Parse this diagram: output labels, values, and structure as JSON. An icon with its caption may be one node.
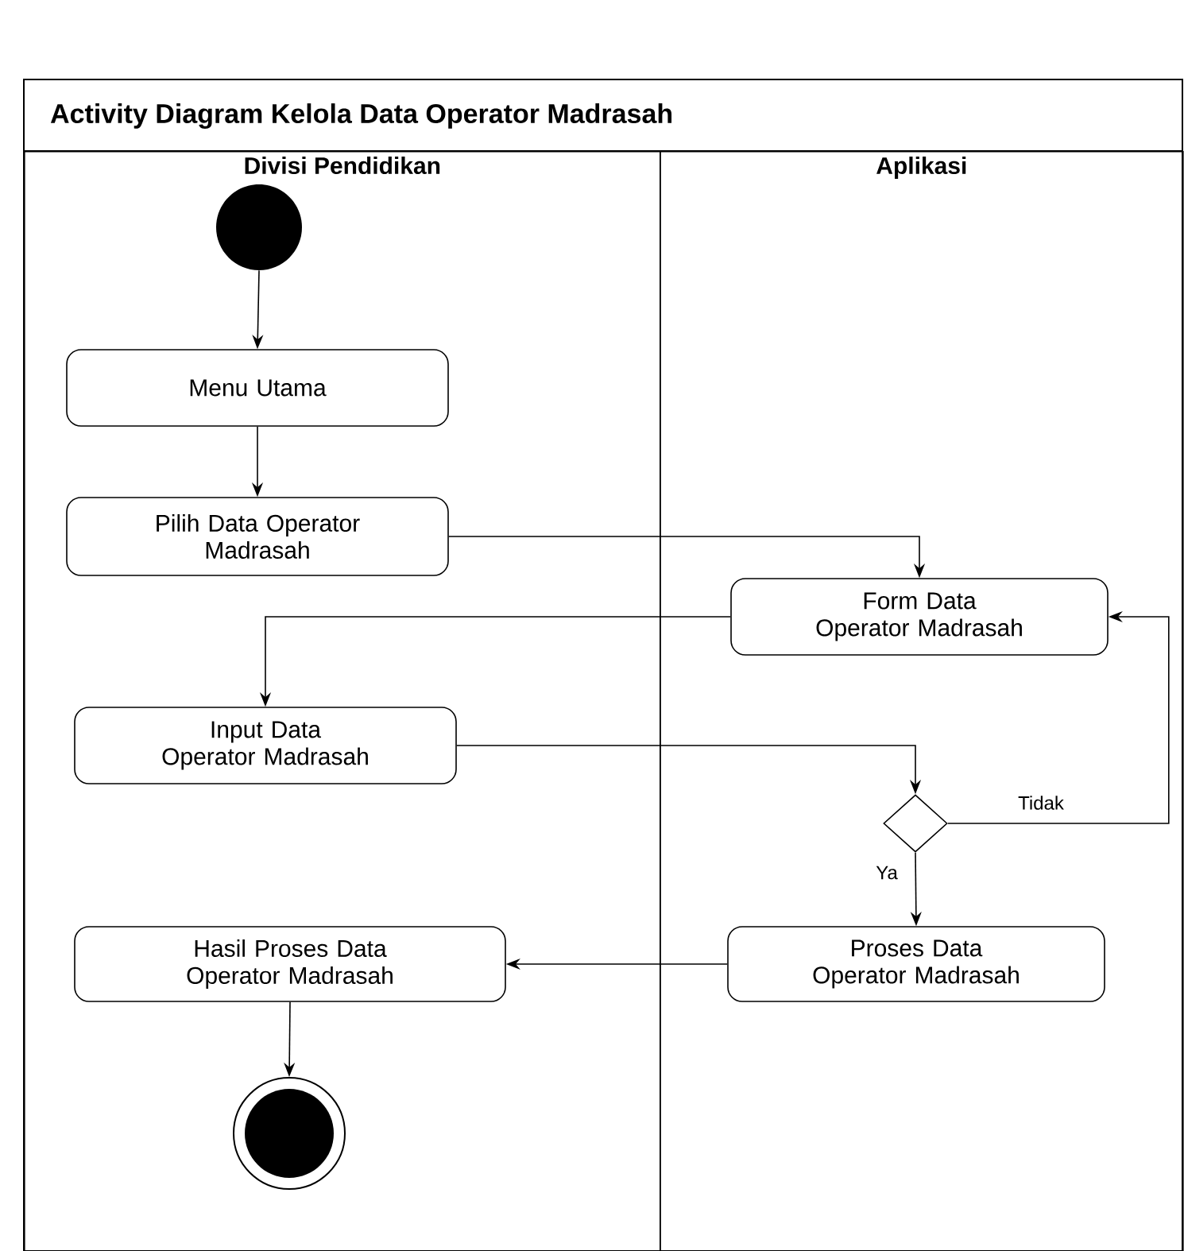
{
  "diagram": {
    "title": "Activity Diagram Kelola Data Operator Madrasah",
    "nodes": [
      {
        "text": [
          "Divisi Pendidikan"
        ]
      },
      {
        "text": [
          "Aplikasi"
        ]
      },
      {
        "text": [],
        "shape": "circle",
        "in": 0
      },
      {
        "text": [
          "Menu Utama"
        ],
        "in": 0
      },
      {
        "text": [
          "Pilih Data Operator Madrasah"
        ],
        "in": 0
      },
      {
        "text": [
          "Form Data Operator Madrasah"
        ],
        "in": 1
      },
      {
        "text": [
          "Input Data Operator Madrasah"
        ],
        "in": 0
      },
      {
        "text": [],
        "shape": "diamond",
        "in": 1
      },
      {
        "text": [
          "Proses Data Operator Madrasah"
        ],
        "in": 1
      },
      {
        "text": [
          "Hasil Proses Data Operator Madrasah"
        ],
        "in": 0
      },
      {
        "text": [],
        "shape": "circle",
        "in": 0
      }
    ],
    "edges": [
      {
        "from": 2,
        "to": 3,
        "arrow": "to"
      },
      {
        "from": 3,
        "to": 4,
        "arrow": "to"
      },
      {
        "from": 4,
        "to": 5,
        "arrow": "to"
      },
      {
        "from": 5,
        "to": 6,
        "arrow": "to"
      },
      {
        "from": 6,
        "to": 7,
        "arrow": "to"
      },
      {
        "from": 7,
        "to": 5,
        "arrow": "to",
        "label": "Tidak"
      },
      {
        "from": 7,
        "to": 8,
        "arrow": "to",
        "label": "Ya"
      },
      {
        "from": 8,
        "to": 9,
        "arrow": "to"
      },
      {
        "from": 9,
        "to": 10,
        "arrow": "to"
      }
    ]
  }
}
